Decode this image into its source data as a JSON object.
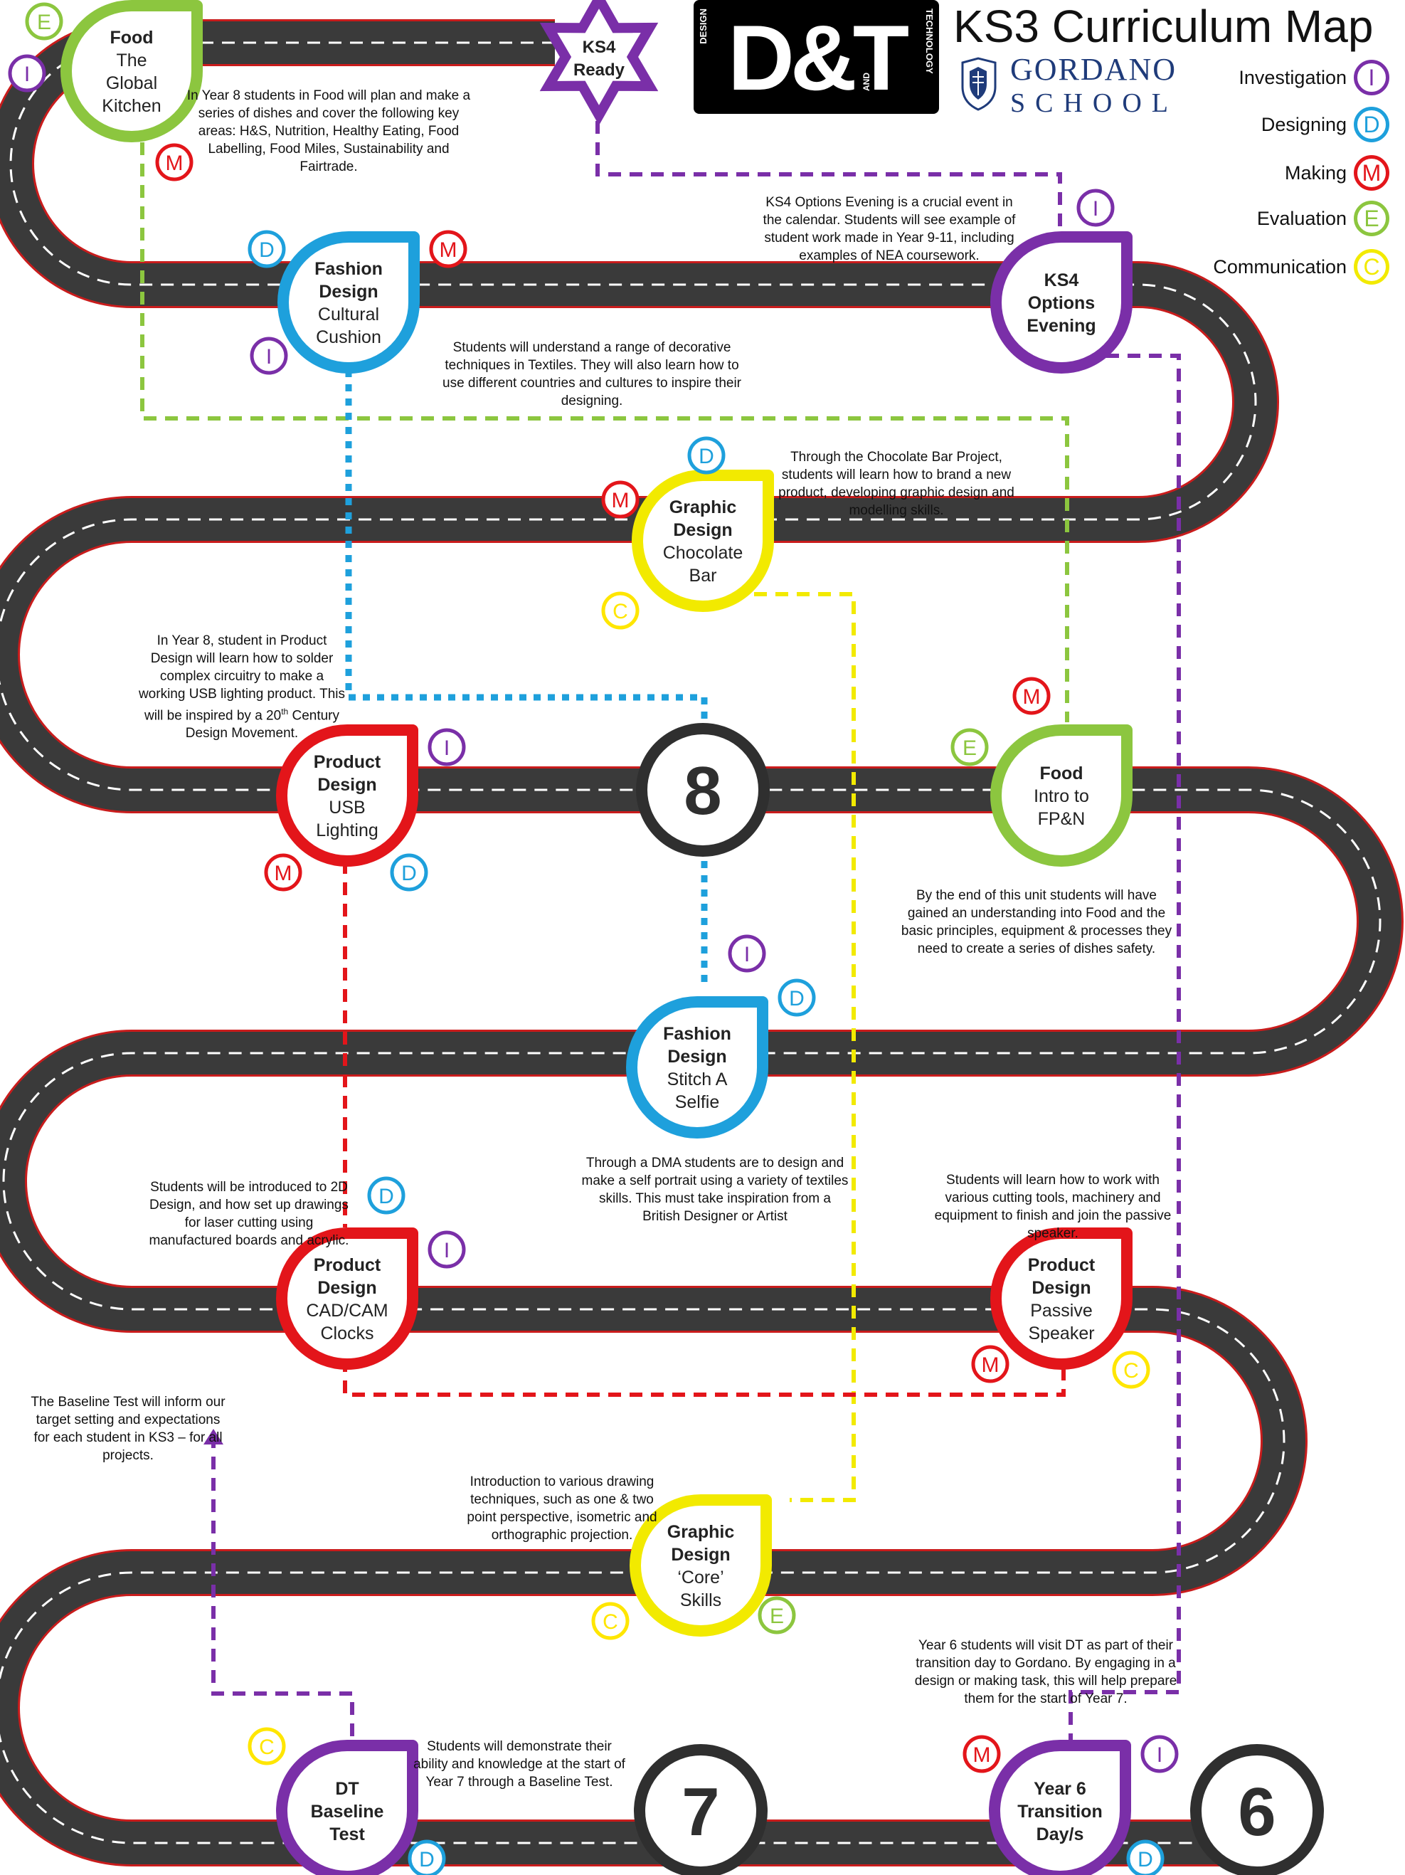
{
  "header": {
    "title": "KS3 Curriculum Map",
    "logo": {
      "main": "D&T",
      "side_left": "DESIGN",
      "side_right": "TECHNOLOGY",
      "small": "AND"
    },
    "school": {
      "line1": "GORDANO",
      "line2": "SCHOOL"
    }
  },
  "legend": [
    {
      "label": "Investigation",
      "letter": "I",
      "color": "#7a2fa8"
    },
    {
      "label": "Designing",
      "letter": "D",
      "color": "#1ea0dc"
    },
    {
      "label": "Making",
      "letter": "M",
      "color": "#e3151a"
    },
    {
      "label": "Evaluation",
      "letter": "E",
      "color": "#8cc63f"
    },
    {
      "label": "Communication",
      "letter": "C",
      "color": "#ffe600"
    }
  ],
  "colors": {
    "road": "#3a3a3a",
    "road_edge": "#c91c1c",
    "food": "#8cc63f",
    "fashion": "#1ea0dc",
    "graphic": "#f2ea00",
    "product": "#e3151a",
    "ks4": "#7a2fa8",
    "year": "#2f2f2f"
  },
  "ks4_star": {
    "line1": "KS4",
    "line2": "Ready"
  },
  "years": {
    "y6": "6",
    "y7": "7",
    "y8": "8"
  },
  "nodes": {
    "food_global": {
      "bold": "Food",
      "lines": [
        "The",
        "Global",
        "Kitchen"
      ]
    },
    "fashion_cushion": {
      "bold": [
        "Fashion",
        "Design"
      ],
      "lines": [
        "Cultural",
        "Cushion"
      ]
    },
    "ks4_options": {
      "bold": [
        "KS4",
        "Options",
        "Evening"
      ],
      "lines": []
    },
    "graphic_choc": {
      "bold": [
        "Graphic",
        "Design"
      ],
      "lines": [
        "Chocolate",
        "Bar"
      ]
    },
    "product_usb": {
      "bold": [
        "Product",
        "Design"
      ],
      "lines": [
        "USB",
        "Lighting"
      ]
    },
    "food_intro": {
      "bold": [
        "Food"
      ],
      "lines": [
        "Intro to",
        "FP&N"
      ]
    },
    "fashion_selfie": {
      "bold": [
        "Fashion",
        "Design"
      ],
      "lines": [
        "Stitch A",
        "Selfie"
      ]
    },
    "product_clocks": {
      "bold": [
        "Product",
        "Design"
      ],
      "lines": [
        "CAD/CAM",
        "Clocks"
      ]
    },
    "product_speaker": {
      "bold": [
        "Product",
        "Design"
      ],
      "lines": [
        "Passive",
        "Speaker"
      ]
    },
    "graphic_core": {
      "bold": [
        "Graphic",
        "Design"
      ],
      "lines": [
        "‘Core’",
        "Skills"
      ]
    },
    "dt_baseline": {
      "bold": [
        "DT",
        "Baseline",
        "Test"
      ],
      "lines": []
    },
    "y6_transition": {
      "bold": [
        "Year 6",
        "Transition",
        "Day/s"
      ],
      "lines": []
    }
  },
  "descriptions": {
    "food_global": "In Year 8 students in Food will plan and make a series of dishes and cover the following key areas: H&S, Nutrition, Healthy Eating, Food Labelling, Food Miles, Sustainability and Fairtrade.",
    "ks4_options": "KS4 Options Evening is a crucial event in the calendar. Students will see example of student work made in Year 9-11, including examples of NEA coursework.",
    "fashion_cushion": "Students will understand a range of decorative techniques in Textiles. They will also learn how to use different countries and cultures to inspire their designing.",
    "graphic_choc": "Through the Chocolate Bar Project, students will learn how to brand a new product, developing graphic design and modelling skills.",
    "product_usb": "In Year 8, student in Product Design will learn how to solder complex circuitry to make a working USB lighting product. This will be inspired by a 20th Century Design Movement.",
    "food_intro": "By the end of this unit students will have gained an understanding into Food and the basic principles, equipment & processes they need to create a series of dishes safety.",
    "fashion_selfie": "Through a DMA students are to design and make a self portrait using a variety of textiles skills. This must take inspiration from a British Designer or Artist",
    "product_clocks": "Students will be introduced to 2D Design, and how set up drawings for laser cutting using manufactured boards and acrylic.",
    "product_speaker": "Students will learn how to work with various cutting tools, machinery and equipment to finish and join the passive speaker.",
    "baseline_info": "The Baseline Test will inform our target setting and expectations for each student in KS3 – for all projects.",
    "graphic_core": "Introduction to various drawing techniques, such as one & two point perspective, isometric and orthographic projection.",
    "y6_transition": "Year 6 students will visit DT as part of their transition day to Gordano. By engaging in a design or making task, this will help prepare them for the start of Year 7.",
    "dt_baseline": "Students will demonstrate their ability and knowledge at the start of Year 7 through a Baseline Test."
  }
}
